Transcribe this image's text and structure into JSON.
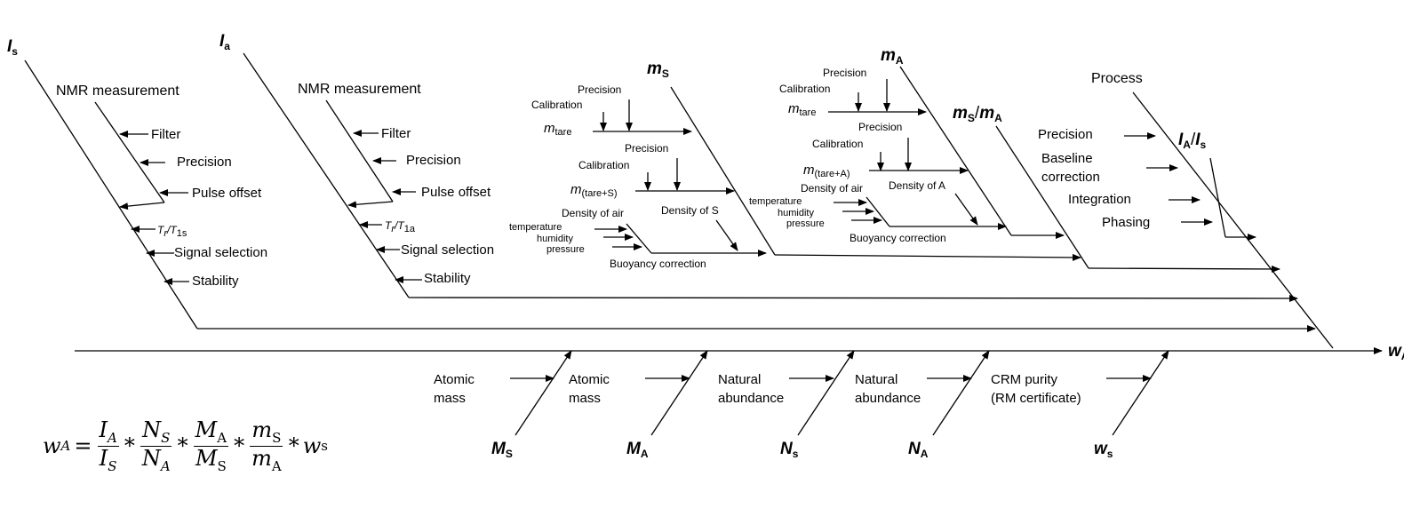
{
  "effect": {
    "label": "w",
    "sub": "A"
  },
  "branches": {
    "Is": {
      "head": {
        "main": "I",
        "sub": "s"
      },
      "group_title": "NMR measurement",
      "causes": [
        "Filter",
        "Precision",
        "Pulse offset",
        "Signal selection",
        "Stability"
      ],
      "tr": {
        "a": "T",
        "a_sub": "r",
        "sep": "/",
        "b": "T",
        "b_sub": "1s"
      }
    },
    "Ia": {
      "head": {
        "main": "I",
        "sub": "a"
      },
      "group_title": "NMR measurement",
      "causes": [
        "Filter",
        "Precision",
        "Pulse offset",
        "Signal selection",
        "Stability"
      ],
      "tr": {
        "a": "T",
        "a_sub": "r",
        "sep": "/",
        "b": "T",
        "b_sub": "1a"
      }
    },
    "mS": {
      "head": {
        "main": "m",
        "sub": "S"
      },
      "precision": "Precision",
      "calibration": "Calibration",
      "m_tare": {
        "main": "m",
        "sub": "tare"
      },
      "m_tare_s": {
        "main": "m",
        "sub": "(tare+S)"
      },
      "density_air": "Density of air",
      "density_sample": "Density of S",
      "env": [
        "temperature",
        "humidity",
        "pressure"
      ],
      "buoyancy": "Buoyancy correction"
    },
    "mA": {
      "head": {
        "main": "m",
        "sub": "A"
      },
      "precision": "Precision",
      "calibration": "Calibration",
      "m_tare": {
        "main": "m",
        "sub": "tare"
      },
      "m_tare_a": {
        "main": "m",
        "sub": "(tare+A)"
      },
      "density_air": "Density of air",
      "density_sample": "Density of A",
      "env": [
        "temperature",
        "humidity",
        "pressure"
      ],
      "buoyancy": "Buoyancy correction"
    },
    "ratio": {
      "m1": "m",
      "s1": "S",
      "sep": "/",
      "m2": "m",
      "s2": "A"
    },
    "process": {
      "head": "Process",
      "causes": [
        "Precision",
        "Baseline",
        "correction",
        "Integration",
        "Phasing"
      ],
      "ratio": {
        "a": "I",
        "a_sub": "A",
        "sep": "/",
        "b": "I",
        "b_sub": "s"
      }
    }
  },
  "bottom": [
    {
      "label": [
        "Atomic",
        "mass"
      ],
      "head": "M",
      "sub": "S"
    },
    {
      "label": [
        "Atomic",
        "mass"
      ],
      "head": "M",
      "sub": "A"
    },
    {
      "label": [
        "Natural",
        "abundance"
      ],
      "head": "N",
      "sub": "s"
    },
    {
      "label": [
        "Natural",
        "abundance"
      ],
      "head": "N",
      "sub": "A"
    },
    {
      "label": [
        "CRM purity",
        "(RM certificate)"
      ],
      "head": "w",
      "sub": "s"
    }
  ],
  "formula": {
    "lhs": "w",
    "lhs_sub": "A",
    "eq": "=",
    "f1": {
      "n": "I",
      "n_sub": "A",
      "d": "I",
      "d_sub": "S"
    },
    "f2": {
      "n": "N",
      "n_sub": "S",
      "d": "N",
      "d_sub": "A"
    },
    "f3": {
      "n": "M",
      "n_sub": "A",
      "d": "M",
      "d_sub": "S"
    },
    "f4": {
      "n": "m",
      "n_sub": "S",
      "d": "m",
      "d_sub": "A"
    },
    "op": "*",
    "tail": "w",
    "tail_sub": "s"
  }
}
